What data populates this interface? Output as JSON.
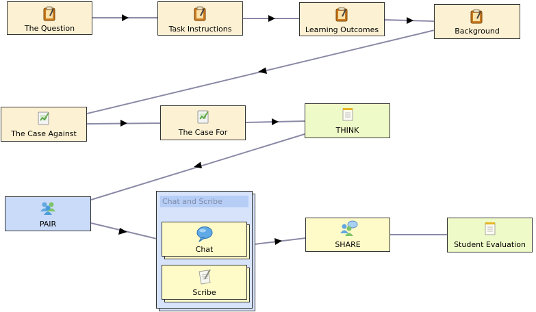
{
  "nodes": {
    "the_question": {
      "label": "The Question",
      "icon": "notebook-pencil-icon"
    },
    "task_instructions": {
      "label": "Task Instructions",
      "icon": "notebook-pencil-icon"
    },
    "learning_outcomes": {
      "label": "Learning Outcomes",
      "icon": "notebook-pencil-icon"
    },
    "background": {
      "label": "Background",
      "icon": "notebook-pencil-icon"
    },
    "case_against": {
      "label": "The Case Against",
      "icon": "image-document-icon"
    },
    "case_for": {
      "label": "The Case For",
      "icon": "image-document-icon"
    },
    "think": {
      "label": "THINK",
      "icon": "notepad-icon"
    },
    "pair": {
      "label": "PAIR",
      "icon": "group-people-icon"
    },
    "share": {
      "label": "SHARE",
      "icon": "people-chat-icon"
    },
    "student_evaluation": {
      "label": "Student Evaluation",
      "icon": "notepad-icon"
    }
  },
  "group": {
    "title": "Chat and Scribe",
    "chat": {
      "label": "Chat",
      "icon": "speech-bubble-icon"
    },
    "scribe": {
      "label": "Scribe",
      "icon": "paper-pen-icon"
    }
  },
  "colors": {
    "line": "#8a89a6",
    "arrow": "#000000",
    "tan": "#fdf1d3",
    "green": "#eefac8",
    "blue": "#c9dbf9",
    "yellow": "#fefbc9"
  }
}
